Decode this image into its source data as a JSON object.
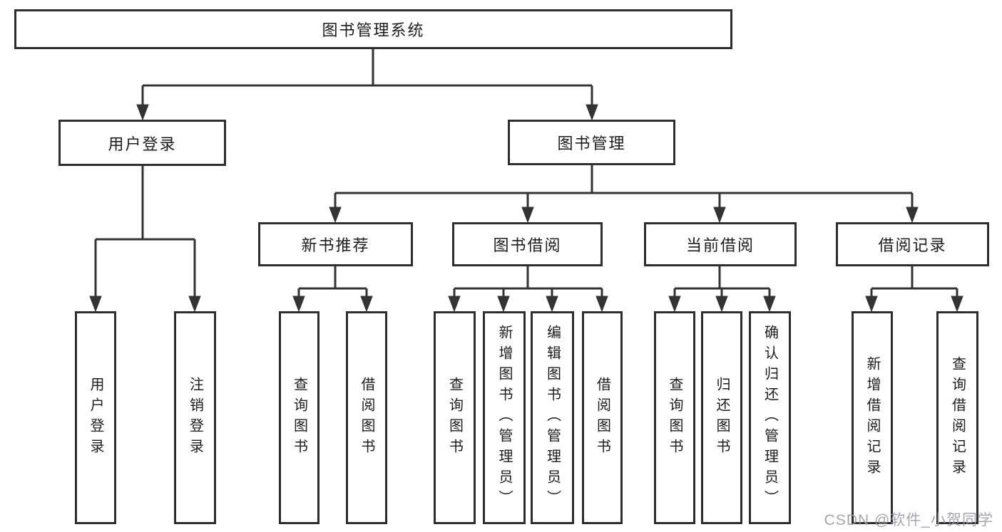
{
  "diagram": {
    "root": "图书管理系统",
    "branches": [
      {
        "label": "用户登录",
        "leaves": [
          "用户登录",
          "注销登录"
        ]
      },
      {
        "label": "图书管理",
        "groups": [
          {
            "label": "新书推荐",
            "leaves": [
              "查询图书",
              "借阅图书"
            ]
          },
          {
            "label": "图书借阅",
            "leaves": [
              "查询图书",
              "新增图书（管理员）",
              "编辑图书（管理员）",
              "借阅图书"
            ]
          },
          {
            "label": "当前借阅",
            "leaves": [
              "查询图书",
              "归还图书",
              "确认归还（管理员）"
            ]
          },
          {
            "label": "借阅记录",
            "leaves": [
              "新增借阅记录",
              "查询借阅记录"
            ]
          }
        ]
      }
    ]
  },
  "watermark": "CSDN @软件_小贺同学",
  "colors": {
    "line": "#333333",
    "box_border": "#2d2d2d",
    "text": "#1c1c1c",
    "watermark": "#9a9aa0",
    "background": "#ffffff"
  }
}
